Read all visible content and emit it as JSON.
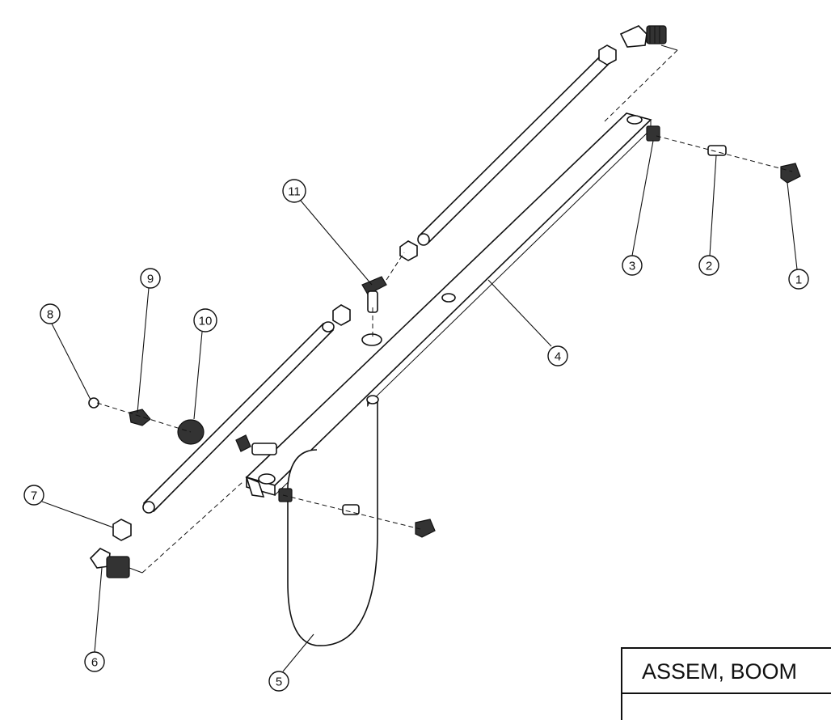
{
  "balloons": [
    {
      "id": "1",
      "label": "1"
    },
    {
      "id": "2",
      "label": "2"
    },
    {
      "id": "3",
      "label": "3"
    },
    {
      "id": "4",
      "label": "4"
    },
    {
      "id": "5",
      "label": "5"
    },
    {
      "id": "6",
      "label": "6"
    },
    {
      "id": "7",
      "label": "7"
    },
    {
      "id": "8",
      "label": "8"
    },
    {
      "id": "9",
      "label": "9"
    },
    {
      "id": "10",
      "label": "10"
    },
    {
      "id": "11",
      "label": "11"
    }
  ],
  "title_block": {
    "title": "ASSEM, BOOM"
  }
}
